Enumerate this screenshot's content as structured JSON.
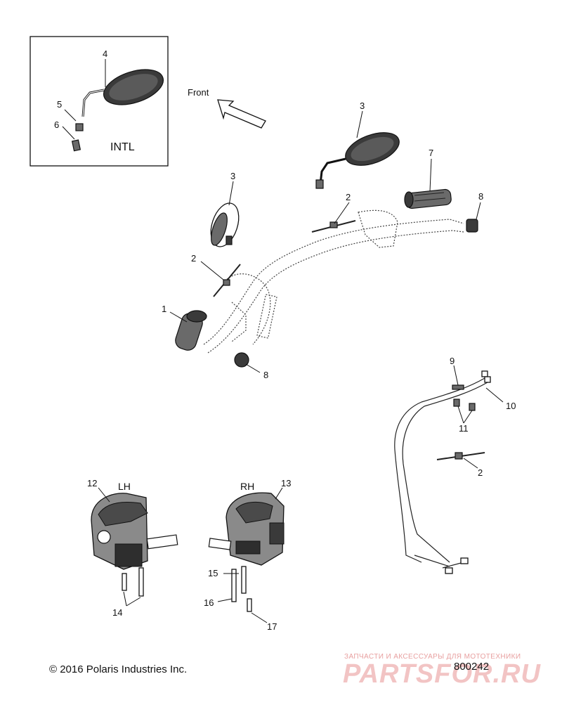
{
  "inset": {
    "label": "INTL"
  },
  "direction": {
    "label": "Front"
  },
  "side_labels": {
    "left": "LH",
    "right": "RH"
  },
  "callouts": [
    "4",
    "5",
    "6",
    "3",
    "3",
    "7",
    "8",
    "2",
    "2",
    "1",
    "8",
    "9",
    "10",
    "11",
    "2",
    "12",
    "13",
    "15",
    "16",
    "14",
    "17"
  ],
  "footer": {
    "copyright": "© 2016 Polaris Industries Inc.",
    "drawing_number": "800242"
  },
  "watermark": {
    "tagline": "ЗАПЧАСТИ И АКСЕССУАРЫ ДЛЯ МОТОТЕХНИКИ",
    "brand": "PARTSFOR.RU"
  }
}
